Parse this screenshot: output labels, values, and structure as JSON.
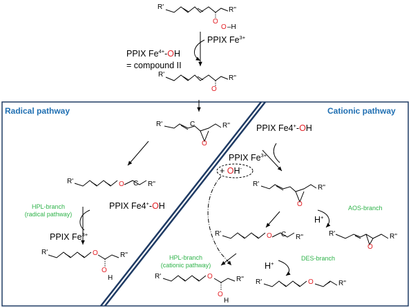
{
  "colors": {
    "frame": "#1f3b64",
    "title_blue": "#1f6fb2",
    "branch_green": "#2fb34a",
    "oxygen_red": "#e31e24",
    "bond_black": "#000000"
  },
  "panels": {
    "radical_title": "Radical pathway",
    "cationic_title": "Cationic pathway"
  },
  "reagents": {
    "top_fe3": "PPIX Fe",
    "top_fe3_charge": "3+",
    "fe4_prefix": "PPIX Fe",
    "fe4_charge": "4+",
    "fe4_dash": "-",
    "oh_O": "O",
    "oh_H": "H",
    "compound_ii": "= compound II",
    "cat_fe4_prefix": "PPIX Fe4",
    "cat_fe4_charge": "+",
    "cat_fe4_dash": "-",
    "cat_O": "O",
    "cat_H": "H",
    "cat_fe3": "PPIX Fe",
    "cat_fe3_charge": "3+",
    "oh_minus_plus": "+ ",
    "oh_minus_O": "O",
    "oh_minus_H": "H",
    "oh_minus_charge": "-",
    "rad_fe4_prefix": "PPIX Fe4",
    "rad_fe4_charge": "+",
    "rad_fe4_dash": "-",
    "rad_O": "O",
    "rad_H": "H",
    "rad_fe3": "PPIX Fe",
    "rad_fe3_charge": "3+",
    "h_plus_1": "H",
    "h_plus_1_charge": "+",
    "h_plus_2": "H",
    "h_plus_2_charge": "+"
  },
  "branches": {
    "hpl_radical_line1": "HPL-branch",
    "hpl_radical_line2": "(radical pathway)",
    "aos": "AOS-branch",
    "des": "DES-branch",
    "hpl_cationic_line1": "HPL-branch",
    "hpl_cationic_line2": "(cationic pathway)"
  },
  "atoms": {
    "R1": "R'",
    "R2": "R''",
    "O": "O",
    "H": "H",
    "dash_H": "–H",
    "C": "C"
  }
}
